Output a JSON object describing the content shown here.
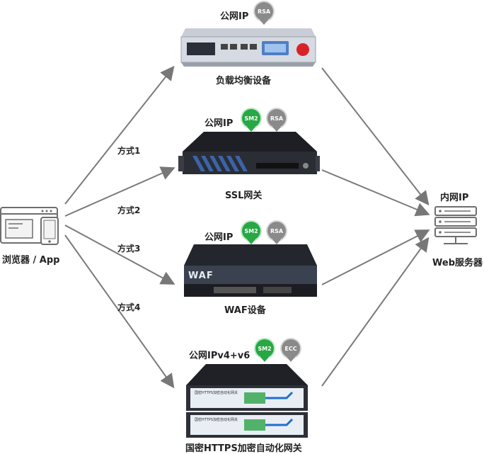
{
  "client": {
    "label": "浏览器 / App"
  },
  "server": {
    "top_label": "内网IP",
    "bottom_label": "Web服务器"
  },
  "methods": [
    "方式1",
    "方式2",
    "方式3",
    "方式4"
  ],
  "devices": [
    {
      "ip": "公网IP",
      "badges": [
        {
          "text": "RSA",
          "color": "gray"
        }
      ],
      "name": "负载均衡设备"
    },
    {
      "ip": "公网IP",
      "badges": [
        {
          "text": "SM2",
          "color": "green"
        },
        {
          "text": "RSA",
          "color": "gray"
        }
      ],
      "name": "SSL网关"
    },
    {
      "ip": "公网IP",
      "badges": [
        {
          "text": "SM2",
          "color": "green"
        },
        {
          "text": "RSA",
          "color": "gray"
        }
      ],
      "name": "WAF设备",
      "panel_text": "WAF"
    },
    {
      "ip": "公网IPv4+v6",
      "badges": [
        {
          "text": "SM2",
          "color": "green"
        },
        {
          "text": "ECC",
          "color": "gray"
        }
      ],
      "name": "国密HTTPS加密自动化网关",
      "panel_text": "国密HTTPS加密自动化网关"
    }
  ]
}
